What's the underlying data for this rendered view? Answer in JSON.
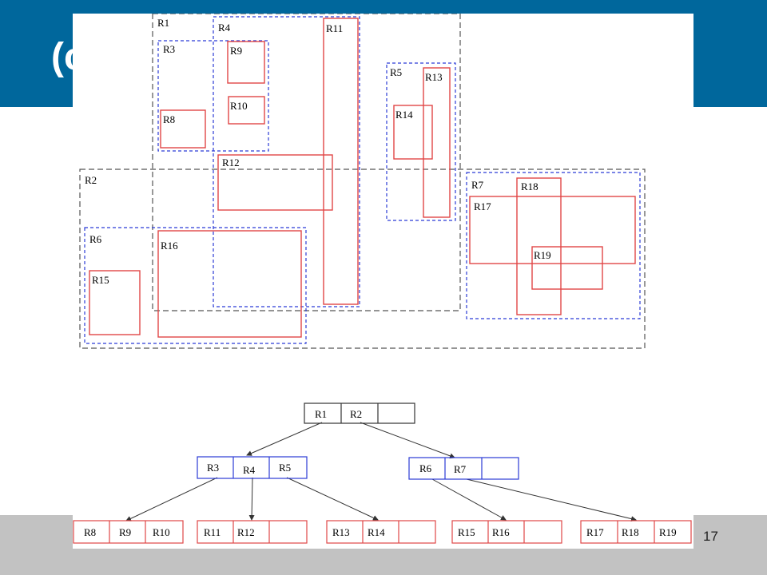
{
  "slide": {
    "title": "(c",
    "page_number": "17"
  },
  "colors": {
    "header": "#00679c",
    "footer": "#c2c2c2",
    "level0": "#555555",
    "level1": "#2b3bd6",
    "leaf": "#e04646",
    "tree_edge": "#333333"
  },
  "spatial_regions": {
    "level0": [
      "R1",
      "R2"
    ],
    "level1": [
      "R3",
      "R4",
      "R5",
      "R6",
      "R7"
    ],
    "leaves": [
      "R8",
      "R9",
      "R10",
      "R11",
      "R12",
      "R13",
      "R14",
      "R15",
      "R16",
      "R17",
      "R18",
      "R19"
    ]
  },
  "tree": {
    "root": [
      "R1",
      "R2",
      ""
    ],
    "level1_nodes": [
      [
        "R3",
        "R4",
        "R5"
      ],
      [
        "R6",
        "R7",
        ""
      ]
    ],
    "leaf_nodes": [
      [
        "R8",
        "R9",
        "R10"
      ],
      [
        "R11",
        "R12",
        ""
      ],
      [
        "R13",
        "R14",
        ""
      ],
      [
        "R15",
        "R16",
        ""
      ],
      [
        "R17",
        "R18",
        "R19"
      ]
    ]
  }
}
